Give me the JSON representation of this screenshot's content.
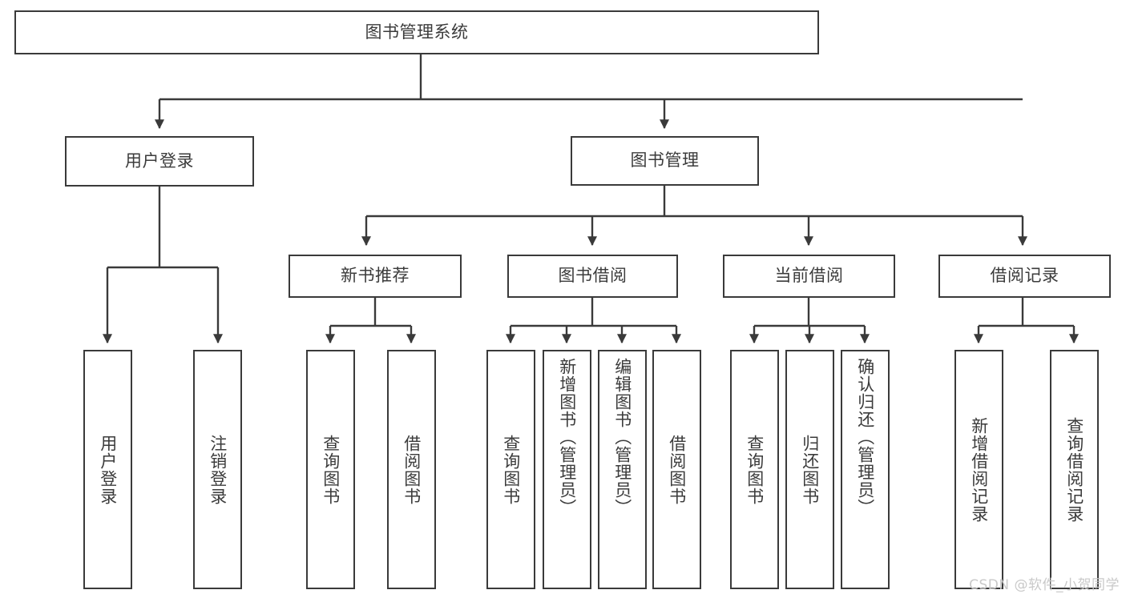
{
  "diagram": {
    "title": "图书管理系统",
    "type": "tree-hierarchy-diagram",
    "root": {
      "label": "图书管理系统",
      "name": "root-node"
    },
    "level2": [
      {
        "label": "用户登录",
        "name": "node-user-login"
      },
      {
        "label": "图书管理",
        "name": "node-book-management"
      }
    ],
    "level3": [
      {
        "label": "新书推荐",
        "name": "node-new-book-recommend"
      },
      {
        "label": "图书借阅",
        "name": "node-book-borrow"
      },
      {
        "label": "当前借阅",
        "name": "node-current-borrow"
      },
      {
        "label": "借阅记录",
        "name": "node-borrow-record"
      }
    ],
    "leaves": {
      "user_login": [
        {
          "label": "用户登录",
          "name": "leaf-user-login"
        },
        {
          "label": "注销登录",
          "name": "leaf-logout"
        }
      ],
      "new_book_recommend": [
        {
          "label": "查询图书",
          "name": "leaf-query-book-1"
        },
        {
          "label": "借阅图书",
          "name": "leaf-borrow-book-1"
        }
      ],
      "book_borrow": [
        {
          "label": "查询图书",
          "name": "leaf-query-book-2"
        },
        {
          "label": "新增图书（管理员）",
          "name": "leaf-add-book-admin"
        },
        {
          "label": "编辑图书（管理员）",
          "name": "leaf-edit-book-admin"
        },
        {
          "label": "借阅图书",
          "name": "leaf-borrow-book-2"
        }
      ],
      "current_borrow": [
        {
          "label": "查询图书",
          "name": "leaf-query-book-3"
        },
        {
          "label": "归还图书",
          "name": "leaf-return-book"
        },
        {
          "label": "确认归还（管理员）",
          "name": "leaf-confirm-return-admin"
        }
      ],
      "borrow_record": [
        {
          "label": "新增借阅记录",
          "name": "leaf-add-borrow-record"
        },
        {
          "label": "查询借阅记录",
          "name": "leaf-query-borrow-record"
        }
      ]
    }
  },
  "watermark": {
    "text": "CSDN @软件_小贺同学"
  },
  "colors": {
    "stroke": "#3a3a3a",
    "text": "#3b3b3b",
    "background": "#ffffff",
    "watermark": "#c9c9c9"
  }
}
